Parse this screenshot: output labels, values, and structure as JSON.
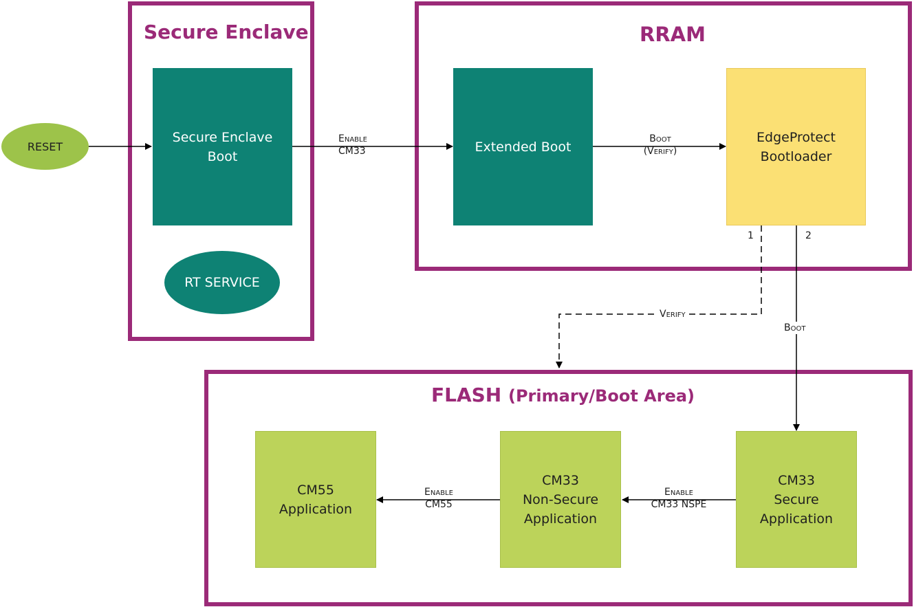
{
  "regions": {
    "secure_enclave": {
      "title": "Secure Enclave"
    },
    "rram": {
      "title": "RRAM"
    },
    "flash": {
      "title": "FLASH",
      "subtitle": "(Primary/Boot Area)"
    }
  },
  "nodes": {
    "reset": "RESET",
    "secure_enclave_boot": [
      "Secure Enclave",
      "Boot"
    ],
    "rt_service": "RT SERVICE",
    "extended_boot": "Extended Boot",
    "edgeprotect_bootloader": [
      "EdgeProtect",
      "Bootloader"
    ],
    "cm55_app": [
      "CM55",
      "Application"
    ],
    "cm33_ns_app": [
      "CM33",
      "Non-Secure",
      "Application"
    ],
    "cm33_s_app": [
      "CM33",
      "Secure",
      "Application"
    ]
  },
  "edges": {
    "enable_cm33": [
      "Enable",
      "CM33"
    ],
    "boot_verify": [
      "Boot",
      "(Verify)"
    ],
    "verify": "Verify",
    "boot": "Boot",
    "enable_cm33_nspe": [
      "Enable",
      "CM33 NSPE"
    ],
    "enable_cm55": [
      "Enable",
      "CM55"
    ],
    "path_1": "1",
    "path_2": "2"
  },
  "colors": {
    "region_border": "#9b2a78",
    "teal": "#0e8274",
    "yellow": "#fbe074",
    "lime": "#bcd35a",
    "reset_green": "#9dc34a"
  }
}
